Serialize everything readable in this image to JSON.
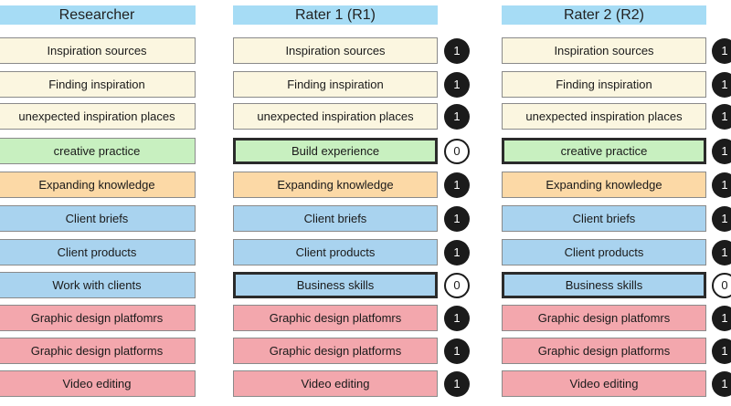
{
  "colors": {
    "header": "#a6dcf5",
    "cream": "#fbf6e0",
    "green": "#c8f0c0",
    "orange": "#fcd9a6",
    "blue": "#a9d3ef",
    "pink": "#f3a7ad"
  },
  "columns": [
    {
      "title": "Researcher",
      "items": [
        {
          "label": "Inspiration sources",
          "color": "cream"
        },
        {
          "label": "Finding inspiration",
          "color": "cream"
        },
        {
          "label": "unexpected inspiration places",
          "color": "cream"
        },
        {
          "label": "creative practice",
          "color": "green"
        },
        {
          "label": "Expanding knowledge",
          "color": "orange"
        },
        {
          "label": "Client briefs",
          "color": "blue"
        },
        {
          "label": "Client products",
          "color": "blue"
        },
        {
          "label": "Work with clients",
          "color": "blue"
        },
        {
          "label": "Graphic design platfomrs",
          "color": "pink"
        },
        {
          "label": "Graphic design platforms",
          "color": "pink"
        },
        {
          "label": "Video editing",
          "color": "pink"
        }
      ]
    },
    {
      "title": "Rater 1 (R1)",
      "items": [
        {
          "label": "Inspiration sources",
          "color": "cream",
          "score": "1"
        },
        {
          "label": "Finding inspiration",
          "color": "cream",
          "score": "1"
        },
        {
          "label": "unexpected inspiration places",
          "color": "cream",
          "score": "1"
        },
        {
          "label": "Build experience",
          "color": "green",
          "score": "0",
          "highlight": true
        },
        {
          "label": "Expanding knowledge",
          "color": "orange",
          "score": "1"
        },
        {
          "label": "Client briefs",
          "color": "blue",
          "score": "1"
        },
        {
          "label": "Client products",
          "color": "blue",
          "score": "1"
        },
        {
          "label": "Business skills",
          "color": "blue",
          "score": "0",
          "highlight": true
        },
        {
          "label": "Graphic design platfomrs",
          "color": "pink",
          "score": "1"
        },
        {
          "label": "Graphic design platforms",
          "color": "pink",
          "score": "1"
        },
        {
          "label": "Video editing",
          "color": "pink",
          "score": "1"
        }
      ]
    },
    {
      "title": "Rater 2 (R2)",
      "items": [
        {
          "label": "Inspiration sources",
          "color": "cream",
          "score": "1"
        },
        {
          "label": "Finding inspiration",
          "color": "cream",
          "score": "1"
        },
        {
          "label": "unexpected inspiration places",
          "color": "cream",
          "score": "1"
        },
        {
          "label": "creative practice",
          "color": "green",
          "score": "1",
          "highlight": true
        },
        {
          "label": "Expanding knowledge",
          "color": "orange",
          "score": "1"
        },
        {
          "label": "Client briefs",
          "color": "blue",
          "score": "1"
        },
        {
          "label": "Client products",
          "color": "blue",
          "score": "1"
        },
        {
          "label": "Business skills",
          "color": "blue",
          "score": "0",
          "highlight": true
        },
        {
          "label": "Graphic design platfomrs",
          "color": "pink",
          "score": "1"
        },
        {
          "label": "Graphic design platforms",
          "color": "pink",
          "score": "1"
        },
        {
          "label": "Video editing",
          "color": "pink",
          "score": "1"
        }
      ]
    }
  ]
}
